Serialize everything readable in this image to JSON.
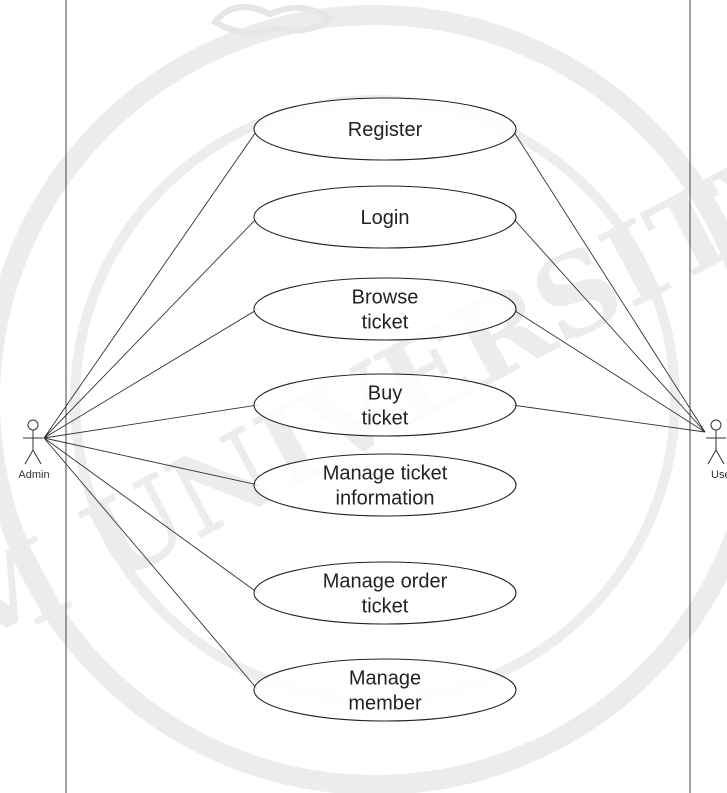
{
  "diagram": {
    "use_cases": [
      {
        "lines": [
          "Register"
        ]
      },
      {
        "lines": [
          "Login"
        ]
      },
      {
        "lines": [
          "Browse",
          "ticket"
        ]
      },
      {
        "lines": [
          "Buy",
          "ticket"
        ]
      },
      {
        "lines": [
          "Manage ticket",
          "information"
        ]
      },
      {
        "lines": [
          "Manage order",
          "ticket"
        ]
      },
      {
        "lines": [
          "Manage",
          "member"
        ]
      }
    ],
    "actors": [
      {
        "label": "Admin",
        "associations": [
          0,
          1,
          2,
          3,
          4,
          5,
          6
        ]
      },
      {
        "label": "Use",
        "associations": [
          0,
          1,
          2,
          3
        ]
      }
    ]
  },
  "watermark": {
    "text": "M UNIVERSITY",
    "color": "#ececec"
  },
  "colors": {
    "line": "#333333",
    "ellipse_stroke": "#222222",
    "boundary": "#444444"
  }
}
